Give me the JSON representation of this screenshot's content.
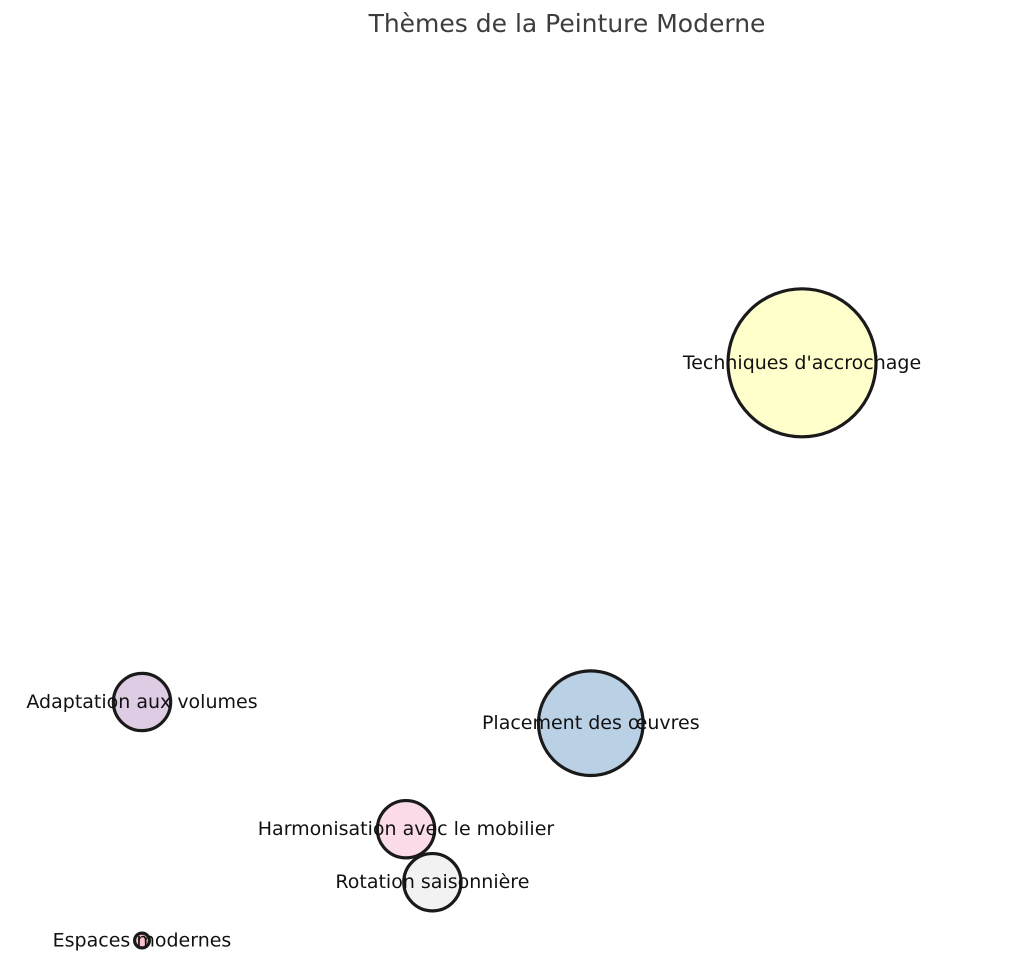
{
  "chart_data": {
    "type": "scatter",
    "title": "Thèmes de la Peinture Moderne",
    "xlabel": "",
    "ylabel": "",
    "grid": false,
    "axes_visible": false,
    "points": [
      {
        "label": "Techniques d'accrochage",
        "x": 0.6,
        "y": 0.62,
        "size": 100,
        "color": "#ffffcc"
      },
      {
        "label": "Placement des œuvres",
        "x": 0.44,
        "y": 0.28,
        "size": 50,
        "color": "#b9d0e5"
      },
      {
        "label": "Adaptation aux volumes",
        "x": 0.1,
        "y": 0.3,
        "size": 15,
        "color": "#ddcce4"
      },
      {
        "label": "Harmonisation avec le mobilier",
        "x": 0.3,
        "y": 0.18,
        "size": 15,
        "color": "#fbdbea"
      },
      {
        "label": "Rotation saisonnière",
        "x": 0.32,
        "y": 0.13,
        "size": 15,
        "color": "#f2f2f2"
      },
      {
        "label": "Espaces modernes",
        "x": 0.1,
        "y": 0.075,
        "size": 1,
        "color": "#fbc2c7"
      }
    ]
  }
}
